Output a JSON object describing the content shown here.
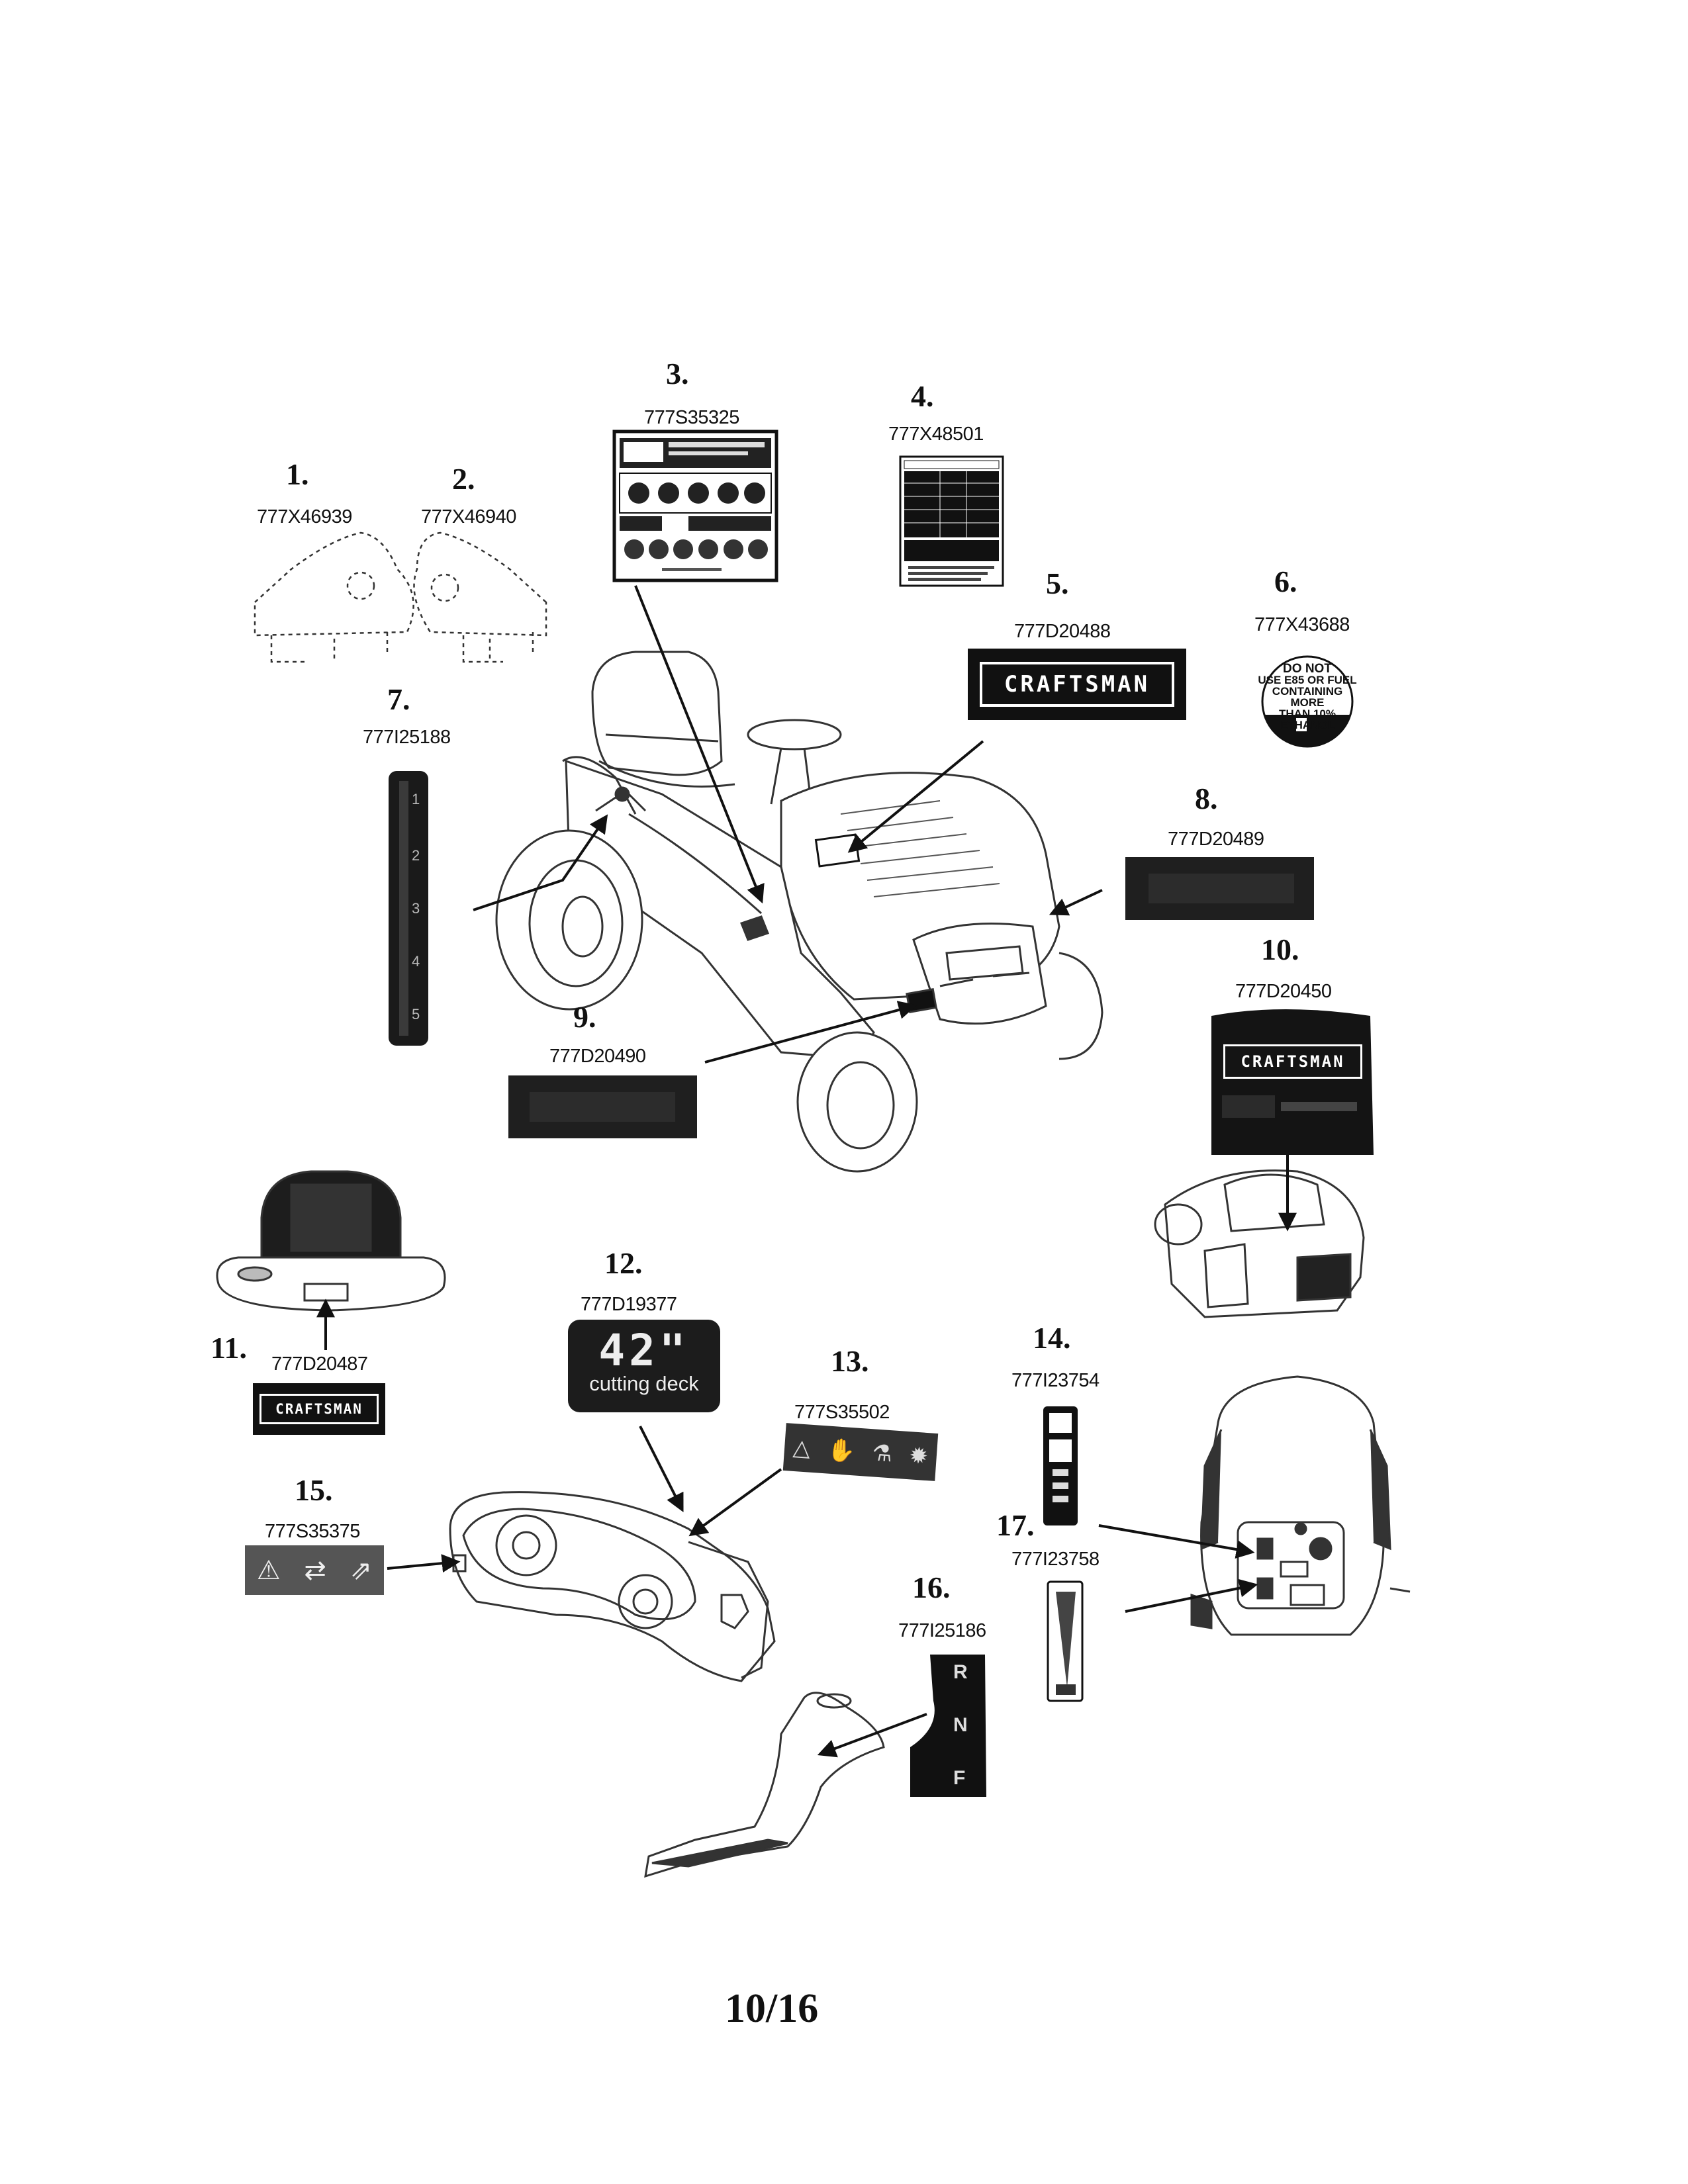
{
  "callouts": [
    {
      "num": "1.",
      "part": "777X46939"
    },
    {
      "num": "2.",
      "part": "777X46940"
    },
    {
      "num": "3.",
      "part": "777S35325"
    },
    {
      "num": "4.",
      "part": "777X48501"
    },
    {
      "num": "5.",
      "part": "777D20488"
    },
    {
      "num": "6.",
      "part": "777X43688"
    },
    {
      "num": "7.",
      "part": "777I25188"
    },
    {
      "num": "8.",
      "part": "777D20489"
    },
    {
      "num": "9.",
      "part": "777D20490"
    },
    {
      "num": "10.",
      "part": "777D20450"
    },
    {
      "num": "11.",
      "part": "777D20487"
    },
    {
      "num": "12.",
      "part": "777D19377"
    },
    {
      "num": "13.",
      "part": "777S35502"
    },
    {
      "num": "14.",
      "part": "777I23754"
    },
    {
      "num": "15.",
      "part": "777S35375"
    },
    {
      "num": "16.",
      "part": "777I25186"
    },
    {
      "num": "17.",
      "part": "777I23758"
    }
  ],
  "decals": {
    "brand": "CRAFTSMAN",
    "deck_size": "42\"",
    "deck_text": "cutting deck",
    "fuel_warning": [
      "DO NOT",
      "USE E85 OR FUEL",
      "CONTAINING MORE",
      "THAN 10% ETHANOL"
    ],
    "height_scale": [
      "1",
      "2",
      "3",
      "4",
      "5"
    ],
    "drive_positions": [
      "R",
      "N",
      "F"
    ]
  },
  "page_number": "10/16"
}
